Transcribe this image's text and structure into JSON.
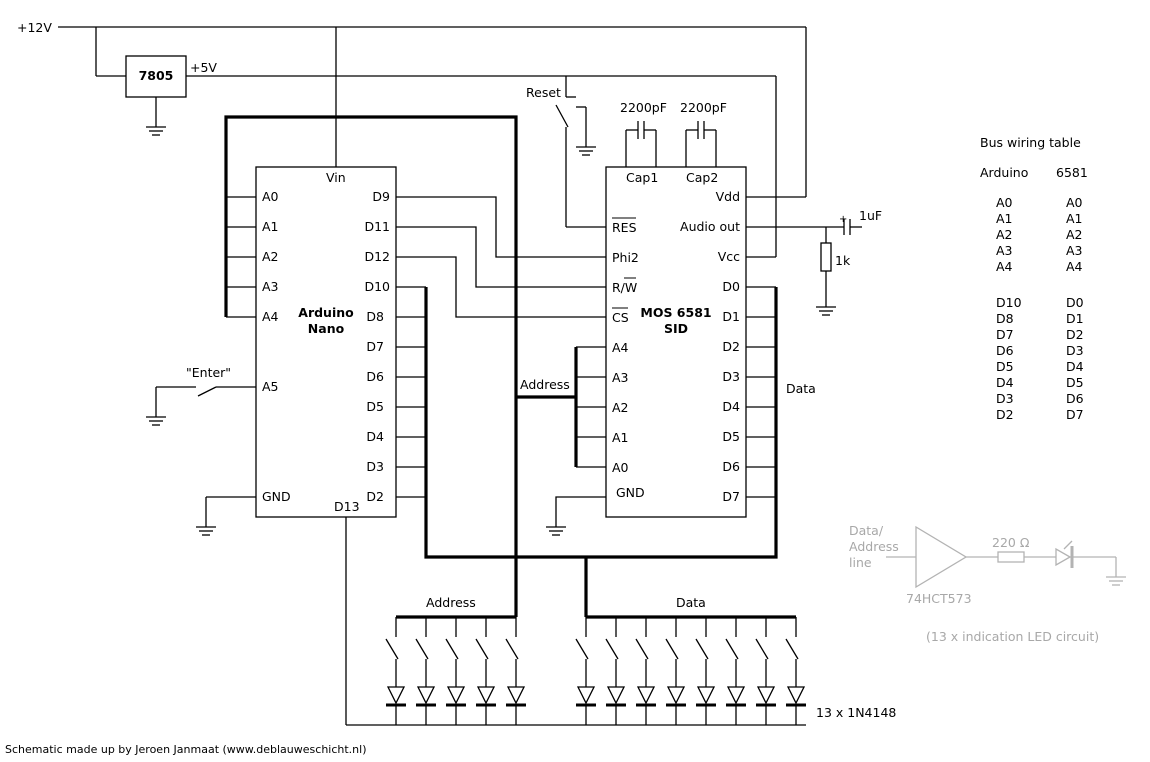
{
  "power": {
    "v12": "+12V",
    "v5": "+5V"
  },
  "regulator": {
    "label": "7805"
  },
  "switches": {
    "reset": "Reset",
    "enter": "\"Enter\""
  },
  "caps": {
    "c1_value": "2200pF",
    "c2_value": "2200pF",
    "c1_name": "Cap1",
    "c2_name": "Cap2",
    "out_value": "1uF",
    "polarity": "+"
  },
  "resistor": {
    "value": "1k"
  },
  "arduino": {
    "title_line1": "Arduino",
    "title_line2": "Nano",
    "vin": "Vin",
    "gnd": "GND",
    "d13": "D13",
    "left_pins": [
      "A0",
      "A1",
      "A2",
      "A3",
      "A4",
      "A5"
    ],
    "right_pins": [
      "D9",
      "D11",
      "D12",
      "D10",
      "D8",
      "D7",
      "D6",
      "D5",
      "D4",
      "D3",
      "D2"
    ]
  },
  "sid": {
    "title_line1": "MOS 6581",
    "title_line2": "SID",
    "res": "RES",
    "phi2": "Phi2",
    "rw": "R/W",
    "cs": "CS",
    "addr_pins": [
      "A4",
      "A3",
      "A2",
      "A1",
      "A0"
    ],
    "gnd": "GND",
    "vdd": "Vdd",
    "audio_out": "Audio out",
    "vcc": "Vcc",
    "data_pins": [
      "D0",
      "D1",
      "D2",
      "D3",
      "D4",
      "D5",
      "D6",
      "D7"
    ]
  },
  "bus_labels": {
    "address_mid": "Address",
    "data_mid": "Data",
    "address_bottom": "Address",
    "data_bottom": "Data"
  },
  "diodes": {
    "label": "13 x 1N4148"
  },
  "table": {
    "title": "Bus wiring table",
    "col_arduino": "Arduino",
    "col_6581": "6581",
    "rows_addr": [
      [
        "A0",
        "A0"
      ],
      [
        "A1",
        "A1"
      ],
      [
        "A2",
        "A2"
      ],
      [
        "A3",
        "A3"
      ],
      [
        "A4",
        "A4"
      ]
    ],
    "rows_data": [
      [
        "D10",
        "D0"
      ],
      [
        "D8",
        "D1"
      ],
      [
        "D7",
        "D2"
      ],
      [
        "D6",
        "D3"
      ],
      [
        "D5",
        "D4"
      ],
      [
        "D4",
        "D5"
      ],
      [
        "D3",
        "D6"
      ],
      [
        "D2",
        "D7"
      ]
    ]
  },
  "led_circuit": {
    "input_line1": "Data/",
    "input_line2": "Address",
    "input_line3": "line",
    "buffer": "74HCT573",
    "resistor": "220 Ω",
    "note": "(13 x indication LED circuit)"
  },
  "credit": "Schematic made up by Jeroen Janmaat (www.deblauweschicht.nl)",
  "colors": {
    "ink": "#000000",
    "faded": "#a8a8a8"
  }
}
